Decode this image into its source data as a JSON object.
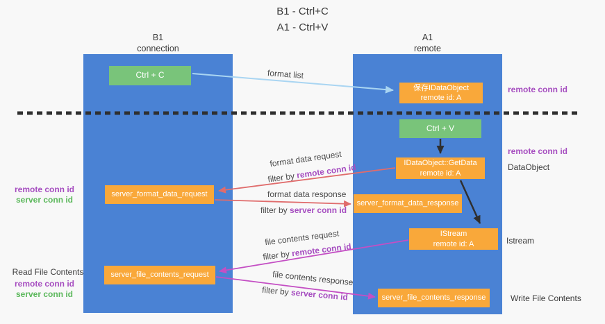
{
  "title": {
    "line1": "B1 - Ctrl+C",
    "line2": "A1 - Ctrl+V"
  },
  "lanes": {
    "left": {
      "title": "B1",
      "subtitle": "connection"
    },
    "right": {
      "title": "A1",
      "subtitle": "remote"
    }
  },
  "boxes": {
    "ctrl_c": {
      "label": "Ctrl + C"
    },
    "save_idataobject": {
      "line1": "保存IDataObject",
      "line2": "remote id: A"
    },
    "ctrl_v": {
      "label": "Ctrl + V"
    },
    "idataobject_getdata": {
      "line1": "IDataObject::GetData",
      "line2": "remote id: A"
    },
    "server_format_data_request": {
      "label": "server_format_data_request"
    },
    "server_format_data_response": {
      "label": "server_format_data_response"
    },
    "istream": {
      "line1": "IStream",
      "line2": "remote id: A"
    },
    "server_file_contents_request": {
      "label": "server_file_contents_request"
    },
    "server_file_contents_response": {
      "label": "server_file_contents_response"
    }
  },
  "flow_labels": {
    "format_list": "format list",
    "format_data_request": "format data request",
    "format_data_response": "format data response",
    "file_contents_request": "file contents request",
    "file_contents_response": "file contents response",
    "filter_by": "filter by",
    "remote_conn_id": "remote conn id",
    "server_conn_id": "server conn id"
  },
  "side_labels": {
    "right_top_remote_conn_id": "remote conn id",
    "right_mid_remote_conn_id": "remote conn id",
    "dataobject": "DataObject",
    "istream": "Istream",
    "write_file_contents": "Write File Contents",
    "left_remote_conn_id_1": "remote conn id",
    "left_server_conn_id_1": "server conn id",
    "read_file_contents": "Read File Contents",
    "left_remote_conn_id_2": "remote conn id",
    "left_server_conn_id_2": "server conn id"
  },
  "colors": {
    "lane_blue": "#4a82d4",
    "box_green": "#79c47a",
    "box_orange": "#f9a83a",
    "arrow_lightblue": "#a9d5f2",
    "arrow_black": "#2f2f2f",
    "arrow_salmon": "#e06c6c",
    "arrow_magenta": "#c44fc4",
    "text_purple": "#a64ec0",
    "text_green": "#5cb85c",
    "background": "#f8f8f8"
  }
}
